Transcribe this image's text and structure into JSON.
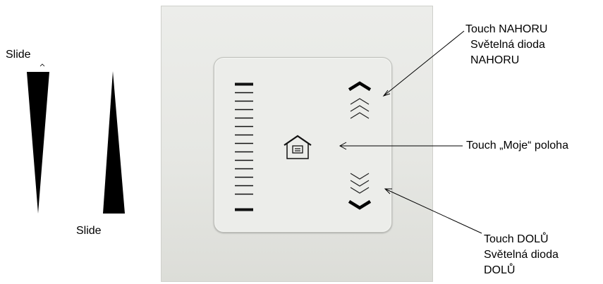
{
  "slide_labels": {
    "top": "Slide",
    "bottom": "Slide"
  },
  "callouts": {
    "up": {
      "line1": "Touch NAHORU",
      "line2": "Světelná dioda",
      "line3": "NAHORU"
    },
    "home": {
      "line1": "Touch „Moje“ poloha"
    },
    "down": {
      "line1": "Touch DOLŮ",
      "line2": "Světelná dioda",
      "line3": "DOLŮ"
    }
  },
  "icons": {
    "slider": "slider-scale-icon",
    "up_arrow": "chevron-up-icon",
    "up_led": "double-chevron-up-icon",
    "home": "house-icon",
    "down_led": "double-chevron-down-icon",
    "down_arrow": "chevron-down-icon"
  },
  "colors": {
    "plate": "#e6e7e3",
    "ink": "#000000"
  }
}
